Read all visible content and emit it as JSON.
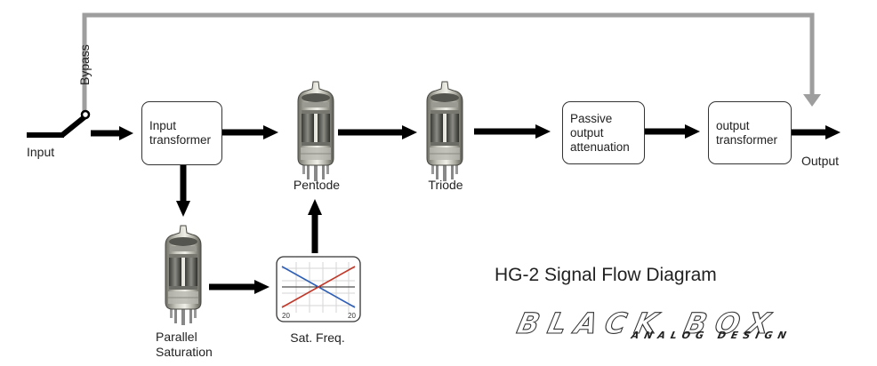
{
  "labels": {
    "input": "Input",
    "output": "Output",
    "bypass": "Bypass",
    "pentode": "Pentode",
    "triode": "Triode",
    "parallel_saturation_1": "Parallel",
    "parallel_saturation_2": "Saturation",
    "sat_freq": "Sat. Freq."
  },
  "boxes": {
    "input_transformer": [
      "Input",
      "transformer"
    ],
    "passive_attenuation": [
      "Passive",
      "output",
      "attenuation"
    ],
    "output_transformer": [
      "output",
      "transformer"
    ]
  },
  "sat_graph": {
    "left_tick": "20",
    "right_tick": "20"
  },
  "title": "HG-2  Signal Flow Diagram",
  "logo": {
    "main": "BLACK BOX",
    "sub": "ANALOG DESIGN"
  },
  "colors": {
    "signal": "#000000",
    "bypass_path": "#9e9e9e",
    "curve_red": "#c0392b",
    "curve_blue": "#2f5fb5",
    "grid": "#d5d5d5"
  }
}
